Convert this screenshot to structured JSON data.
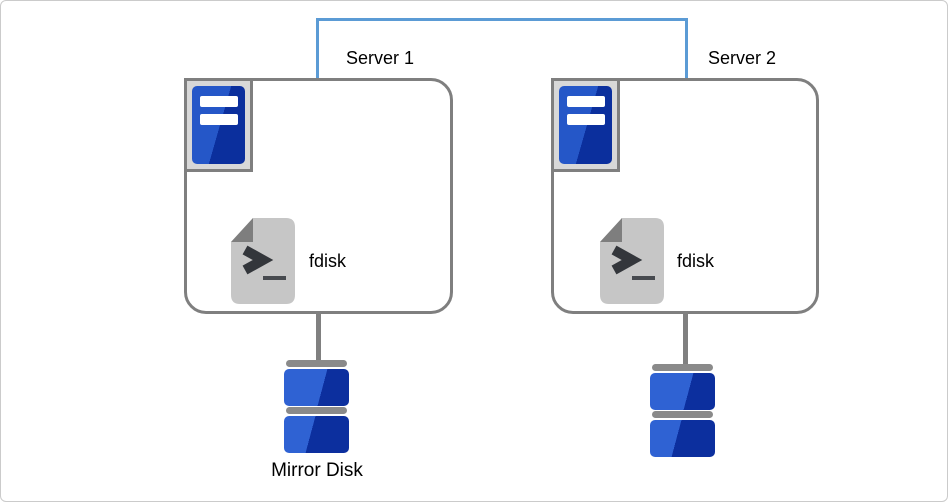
{
  "diagram": {
    "servers": [
      {
        "label": "Server 1",
        "tool": "fdisk"
      },
      {
        "label": "Server 2",
        "tool": "fdisk"
      }
    ],
    "mirror_disk_label": "Mirror Disk",
    "icons": {
      "server_icon": "server-tower",
      "fdisk_icon": "terminal-script-file",
      "fdisk_prompt_glyphs": ">_",
      "disk_icon": "stacked-mirror-disk"
    },
    "colors": {
      "interconnect_blue": "#5B9BD5",
      "connector_gray": "#808080",
      "box_border_gray": "#7F7F7F",
      "server_blue_light": "#2557C8",
      "server_blue_dark": "#0B2F9D",
      "disk_blue_light": "#2F62D3",
      "disk_blue_dark": "#0C2F9E",
      "disk_cap_gray": "#8A8A8A",
      "document_gray": "#C6C6C6",
      "fold_gray": "#7E7E7E",
      "frame_border": "#CBCBCB"
    }
  }
}
